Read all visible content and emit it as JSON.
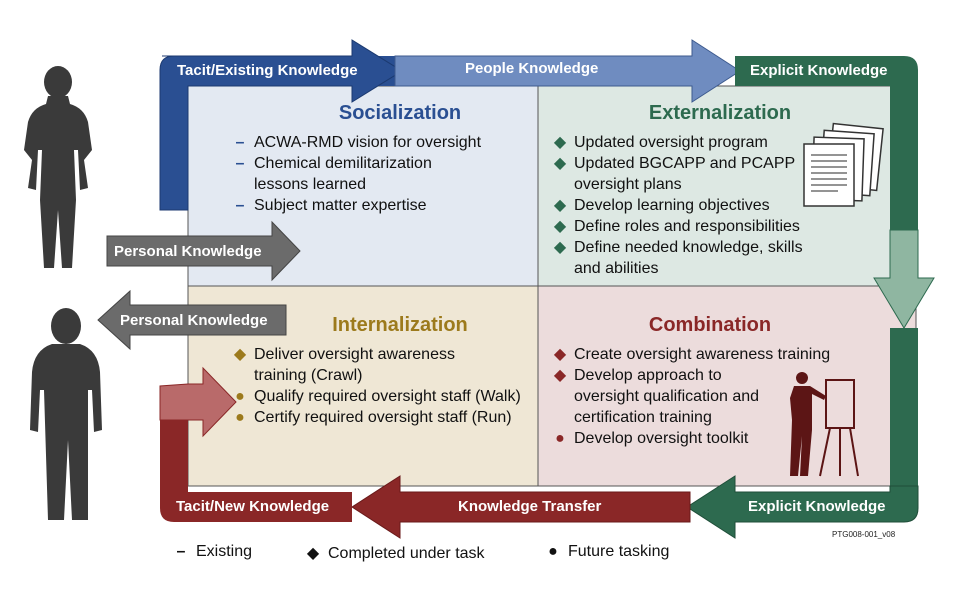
{
  "colors": {
    "blue": "#2a4f92",
    "blue_light": "#6f8cc0",
    "green": "#2d6a4f",
    "green_light": "#8fb6a1",
    "red": "#8a2727",
    "red_light": "#b96a6a",
    "gray": "#6b6b6b",
    "gold": "#9c7a1c",
    "q_socialization": "#e3e9f2",
    "q_externalization": "#dde8e3",
    "q_internalization": "#efe7d5",
    "q_combination": "#ecdcdc"
  },
  "quadrants": {
    "socialization": {
      "title": "Socialization",
      "items": [
        {
          "marker": "dash",
          "text": "ACWA-RMD vision for oversight"
        },
        {
          "marker": "dash",
          "text": "Chemical demilitarization lessons learned"
        },
        {
          "marker": "dash",
          "text": "Subject matter expertise"
        }
      ]
    },
    "externalization": {
      "title": "Externalization",
      "items": [
        {
          "marker": "diamond",
          "text": "Updated oversight program"
        },
        {
          "marker": "diamond",
          "text": "Updated BGCAPP and PCAPP oversight plans"
        },
        {
          "marker": "diamond",
          "text": "Develop learning objectives"
        },
        {
          "marker": "diamond",
          "text": "Define roles and responsibilities"
        },
        {
          "marker": "diamond",
          "text": "Define needed knowledge, skills and abilities"
        }
      ]
    },
    "internalization": {
      "title": "Internalization",
      "items": [
        {
          "marker": "diamond",
          "text": "Deliver oversight awareness training (Crawl)"
        },
        {
          "marker": "dot",
          "text": "Qualify required oversight staff (Walk)"
        },
        {
          "marker": "dot",
          "text": "Certify required oversight staff (Run)"
        }
      ]
    },
    "combination": {
      "title": "Combination",
      "items": [
        {
          "marker": "diamond",
          "text": "Create oversight awareness training"
        },
        {
          "marker": "diamond",
          "text": "Develop approach to oversight qualification and certification training"
        },
        {
          "marker": "dot",
          "text": "Develop oversight toolkit"
        }
      ]
    }
  },
  "arrow_labels": {
    "top_left": "Tacit/Existing Knowledge",
    "top_middle": "People Knowledge",
    "top_right": "Explicit Knowledge",
    "bottom_right": "Explicit Knowledge",
    "bottom_middle": "Knowledge Transfer",
    "bottom_left": "Tacit/New Knowledge",
    "personal_in": "Personal Knowledge",
    "personal_out": "Personal Knowledge"
  },
  "legend": [
    {
      "marker": "dash",
      "text": "Existing"
    },
    {
      "marker": "diamond",
      "text": "Completed under task"
    },
    {
      "marker": "dot",
      "text": "Future tasking"
    }
  ],
  "figure_code": "PTG008-001_v08",
  "icons": [
    "woman-silhouette-icon",
    "man-silhouette-icon",
    "documents-icon",
    "presenter-icon"
  ]
}
